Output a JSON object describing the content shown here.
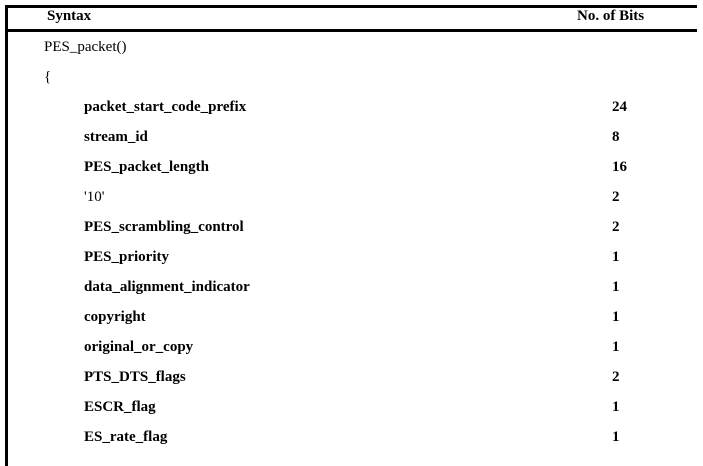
{
  "document": {
    "kind": "specification-syntax-table",
    "background_color": "#ffffff",
    "text_color": "#000000",
    "rule_color": "#000000"
  },
  "table": {
    "columns": [
      {
        "key": "syntax",
        "label": "Syntax",
        "align": "left"
      },
      {
        "key": "bits",
        "label": "No. of Bits",
        "align": "left"
      }
    ],
    "rows": [
      {
        "syntax": "PES_packet()",
        "bits": "",
        "indent": 0,
        "bold": false
      },
      {
        "syntax": "{",
        "bits": "",
        "indent": 0,
        "bold": false
      },
      {
        "syntax": "packet_start_code_prefix",
        "bits": "24",
        "indent": 1,
        "bold": true
      },
      {
        "syntax": "stream_id",
        "bits": "8",
        "indent": 1,
        "bold": true
      },
      {
        "syntax": "PES_packet_length",
        "bits": "16",
        "indent": 1,
        "bold": true
      },
      {
        "syntax": "'10'",
        "bits": "2",
        "indent": 1,
        "bold": false
      },
      {
        "syntax": "PES_scrambling_control",
        "bits": "2",
        "indent": 1,
        "bold": true
      },
      {
        "syntax": "PES_priority",
        "bits": "1",
        "indent": 1,
        "bold": true
      },
      {
        "syntax": "data_alignment_indicator",
        "bits": "1",
        "indent": 1,
        "bold": true
      },
      {
        "syntax": "copyright",
        "bits": "1",
        "indent": 1,
        "bold": true
      },
      {
        "syntax": "original_or_copy",
        "bits": "1",
        "indent": 1,
        "bold": true
      },
      {
        "syntax": "PTS_DTS_flags",
        "bits": "2",
        "indent": 1,
        "bold": true
      },
      {
        "syntax": "ESCR_flag",
        "bits": "1",
        "indent": 1,
        "bold": true
      },
      {
        "syntax": "ES_rate_flag",
        "bits": "1",
        "indent": 1,
        "bold": true
      }
    ]
  }
}
